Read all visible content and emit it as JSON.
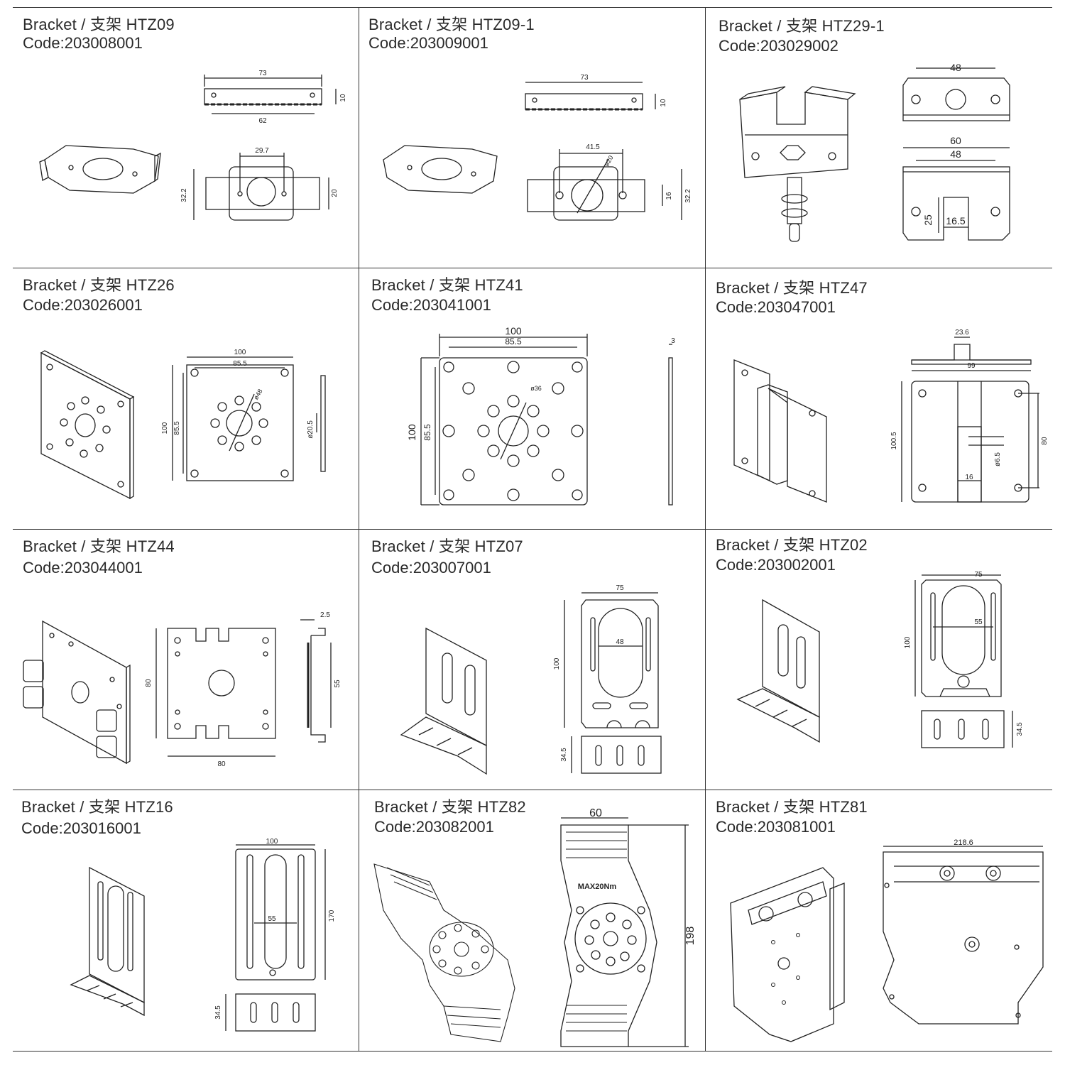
{
  "cells": [
    {
      "name": "HTZ09",
      "title": "Bracket / 支架  HTZ09",
      "code": "Code:203008001",
      "dims": [
        "73",
        "10",
        "62",
        "29.7",
        "32.2",
        "20"
      ]
    },
    {
      "name": "HTZ09-1",
      "title": "Bracket / 支架  HTZ09-1",
      "code": "Code:203009001",
      "dims": [
        "73",
        "10",
        "41.5",
        "ø20",
        "16",
        "32.2"
      ]
    },
    {
      "name": "HTZ29-1",
      "title": "Bracket / 支架  HTZ29-1",
      "code": "Code:203029002",
      "dims": [
        "48",
        "60",
        "48",
        "25",
        "16.5"
      ]
    },
    {
      "name": "HTZ26",
      "title": "Bracket / 支架  HTZ26",
      "code": "Code:203026001",
      "dims": [
        "100",
        "85.5",
        "ø48",
        "100",
        "85.5",
        "ø20.5"
      ]
    },
    {
      "name": "HTZ41",
      "title": "Bracket / 支架  HTZ41",
      "code": "Code:203041001",
      "dims": [
        "100",
        "85.5",
        "ø36",
        "100",
        "85.5",
        "3"
      ]
    },
    {
      "name": "HTZ47",
      "title": "Bracket / 支架  HTZ47",
      "code": "Code:203047001",
      "dims": [
        "23.6",
        "99",
        "100.5",
        "80",
        "ø6.5",
        "16"
      ]
    },
    {
      "name": "HTZ44",
      "title": "Bracket / 支架  HTZ44",
      "code": "Code:203044001",
      "dims": [
        "80",
        "80",
        "2.5",
        "55"
      ]
    },
    {
      "name": "HTZ07",
      "title": "Bracket / 支架  HTZ07",
      "code": "Code:203007001",
      "dims": [
        "75",
        "48",
        "100",
        "34.5"
      ]
    },
    {
      "name": "HTZ02",
      "title": "Bracket / 支架  HTZ02",
      "code": "Code:203002001",
      "dims": [
        "75",
        "55",
        "100",
        "34.5"
      ]
    },
    {
      "name": "HTZ16",
      "title": "Bracket / 支架  HTZ16",
      "code": "Code:203016001",
      "dims": [
        "100",
        "55",
        "170",
        "34.5"
      ]
    },
    {
      "name": "HTZ82",
      "title": "Bracket / 支架  HTZ82",
      "code": "Code:203082001",
      "dims": [
        "60",
        "198",
        "MAX20Nm"
      ]
    },
    {
      "name": "HTZ81",
      "title": "Bracket / 支架  HTZ81",
      "code": "Code:203081001",
      "dims": [
        "218.6"
      ]
    }
  ]
}
